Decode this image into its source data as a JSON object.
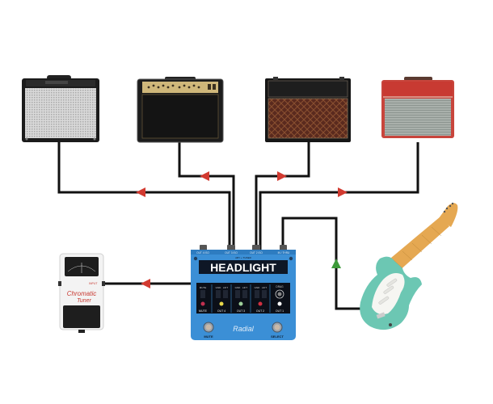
{
  "diagram": {
    "colors": {
      "cable": "#111111",
      "arrow_out": "#d23a30",
      "arrow_in": "#3d9a3a",
      "pedal_blue": "#3b8fd6",
      "background": "#ffffff"
    },
    "amps": [
      {
        "name": "amp-1-blackface-combo",
        "grille": "silver"
      },
      {
        "name": "amp-2-gold-panel-combo",
        "grille": "black"
      },
      {
        "name": "amp-3-diamond-grille-combo",
        "grille": "brown-diamond"
      },
      {
        "name": "amp-4-red-combo",
        "grille": "wheat"
      }
    ],
    "switcher": {
      "brand_small": "ABY + TUNER",
      "title": "HEADLIGHT",
      "jacks_top": [
        "OUT 4 ISO",
        "OUT 3 ISO",
        "OUT 2 ISO",
        "IN / THRU"
      ],
      "sections": [
        {
          "top": [
            "MUTE"
          ],
          "bottom": "MUTE",
          "led": "#c23050"
        },
        {
          "top": [
            "GND",
            "LIFT"
          ],
          "bottom": "OUT 4",
          "led": "#e8d84a"
        },
        {
          "top": [
            "GND",
            "LIFT"
          ],
          "bottom": "OUT 3",
          "led": "#9ecf9a"
        },
        {
          "top": [
            "GND",
            "LIFT"
          ],
          "bottom": "OUT 2",
          "led": "#d03040"
        },
        {
          "top": [
            "DRAG"
          ],
          "bottom": "OUT 1",
          "led": "#ffffff"
        }
      ],
      "footswitch_left": "MUTE",
      "footswitch_right": "SELECT",
      "logo": "Radial"
    },
    "tuner": {
      "label_line1": "Chromatic",
      "label_line2": "Tuner",
      "jack_label": "INPUT"
    },
    "guitar": {
      "name": "seafoam-stratocaster"
    }
  }
}
